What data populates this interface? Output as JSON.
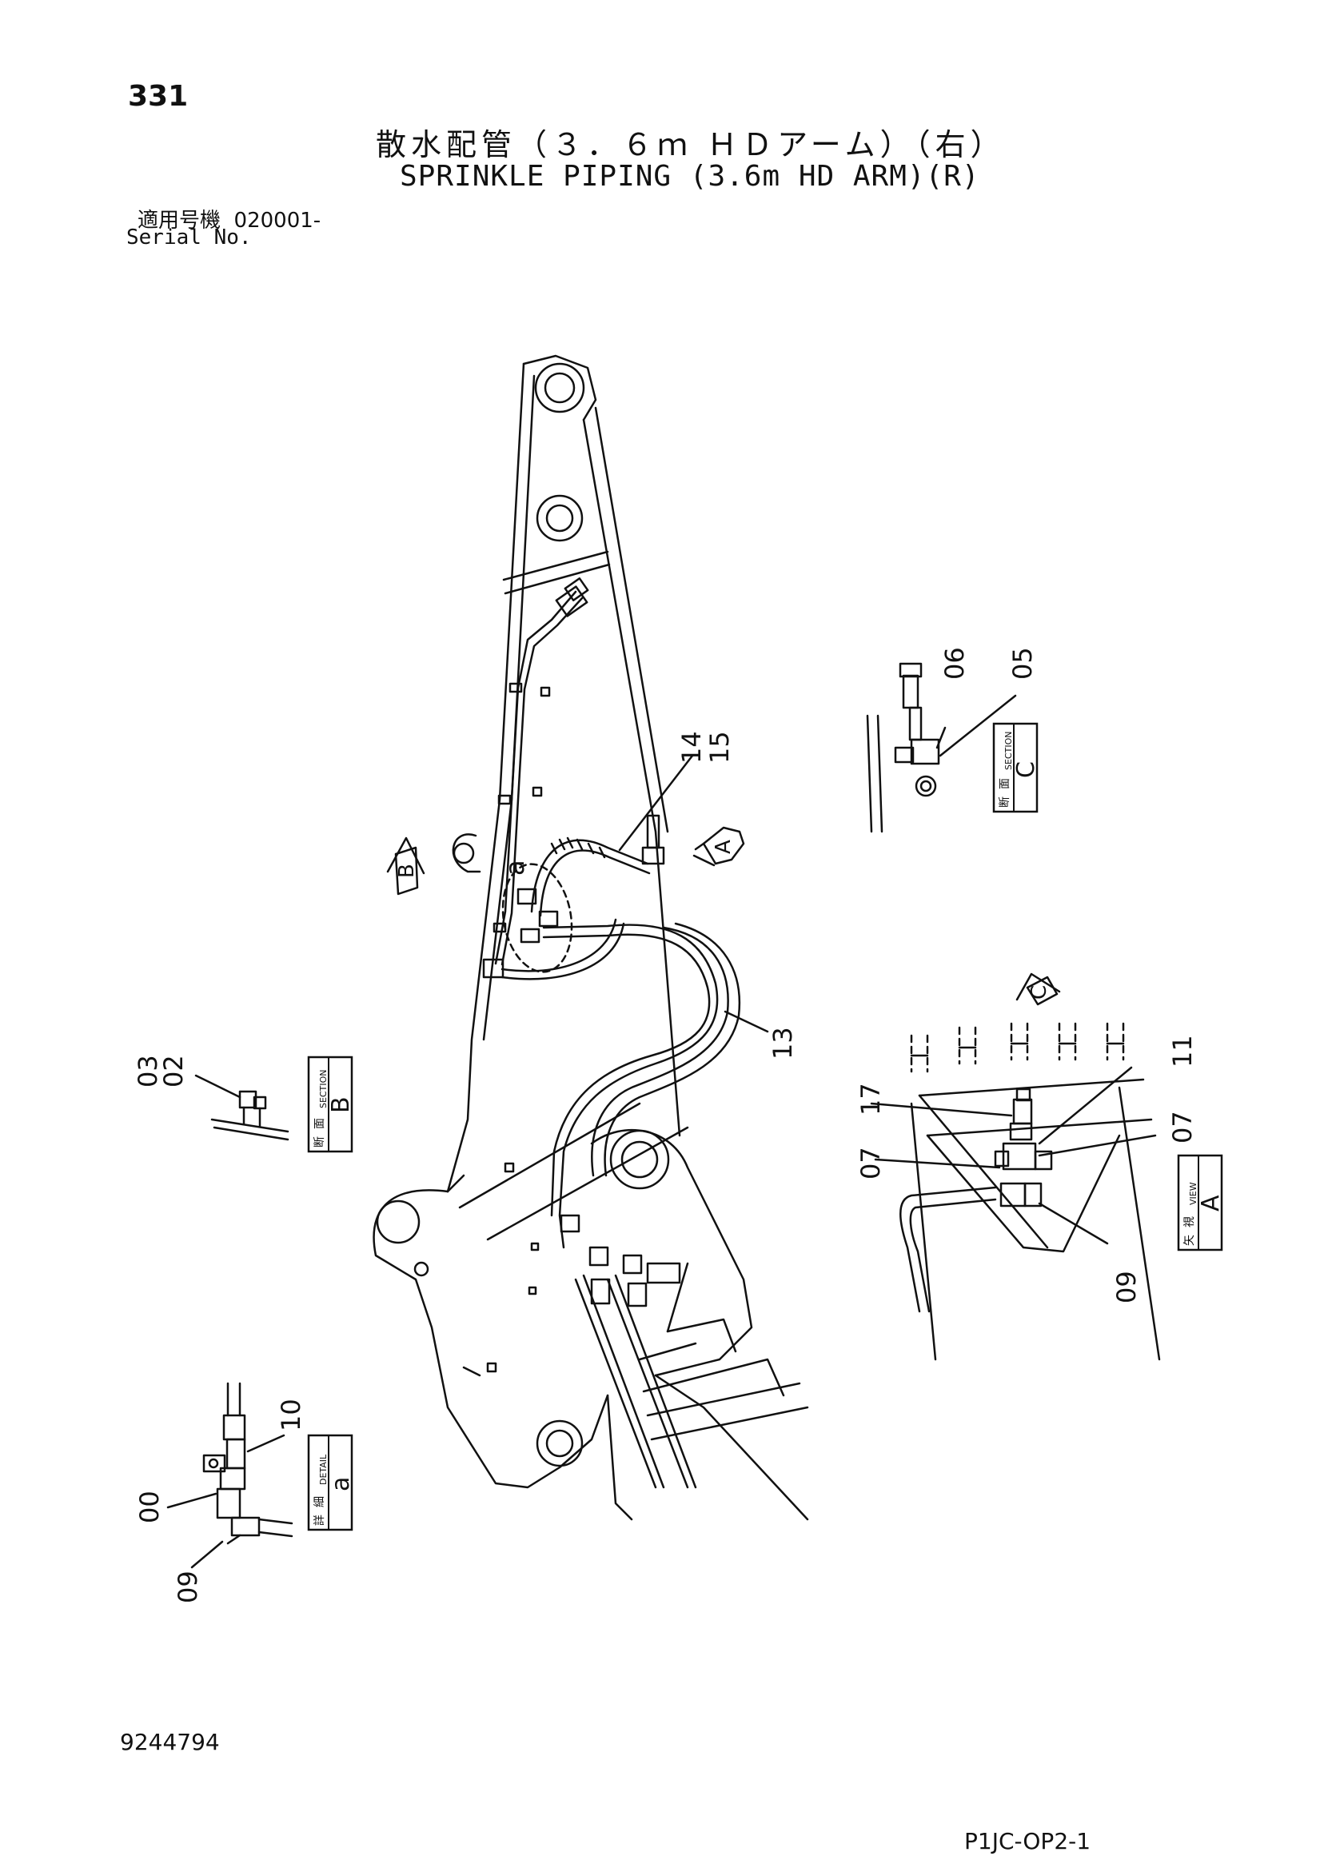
{
  "page": {
    "number": "331",
    "title_jp": "散水配管（３．６ｍ ＨＤアーム）（右）",
    "title_en": "SPRINKLE PIPING (3.6m HD ARM)(R)",
    "serial_label_jp": "適用号機",
    "serial_value": "020001-",
    "serial_label_en": "Serial No.",
    "document_number": "9244794",
    "page_code": "P1JC-OP2-1"
  },
  "callouts": {
    "c14": "14",
    "c15": "15",
    "c13": "13",
    "c06": "06",
    "c05": "05",
    "c03": "03",
    "c02": "02",
    "c17": "17",
    "c11": "11",
    "c07a": "07",
    "c07b": "07",
    "c09a": "09",
    "c10": "10",
    "c00": "00",
    "c09b": "09",
    "detail_a_label": "a"
  },
  "view_markers": {
    "a": "A",
    "b": "B",
    "c": "C"
  },
  "boxes": {
    "section_c": {
      "kanji1": "断",
      "kanji2": "面",
      "en": "SECTION",
      "letter": "C"
    },
    "section_b": {
      "kanji1": "断",
      "kanji2": "面",
      "en": "SECTION",
      "letter": "B"
    },
    "view_a": {
      "kanji1": "矢",
      "kanji2": "視",
      "en": "VIEW",
      "letter": "A"
    },
    "detail_a": {
      "kanji1": "詳",
      "kanji2": "細",
      "en": "DETAIL",
      "letter": "a"
    }
  }
}
